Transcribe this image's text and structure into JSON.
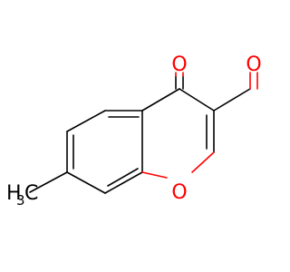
{
  "molecule": {
    "atoms": {
      "carbonyl_oxygen": "O",
      "aldehyde_oxygen": "O",
      "ring_oxygen": "O",
      "methyl_h": "H",
      "methyl_subscript": "3",
      "methyl_c": "C"
    }
  },
  "colors": {
    "bond": "#000000",
    "oxygen": "#ff0000"
  }
}
